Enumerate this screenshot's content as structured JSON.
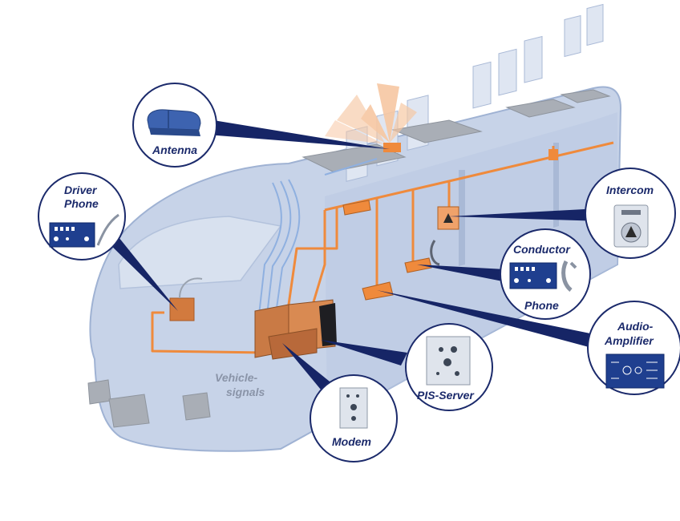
{
  "labels": {
    "antenna": "Antenna",
    "driver_phone_1": "Driver",
    "driver_phone_2": "Phone",
    "intercom": "Intercom",
    "conductor_phone_1": "Conductor",
    "conductor_phone_2": "Phone",
    "audio_amplifier_1": "Audio-",
    "audio_amplifier_2": "Amplifier",
    "pis_server": "PIS-Server",
    "modem": "Modem",
    "vehicle_signals_1": "Vehicle-",
    "vehicle_signals_2": "signals"
  },
  "colors": {
    "train_body": "#c7d3e8",
    "train_outline": "#9fb2d3",
    "window": "#dfe6f2",
    "cable_orange": "#ef8a3c",
    "cable_blue": "#8fb0e0",
    "callout_navy": "#162566",
    "device_blue": "#1f3f8f",
    "device_orange": "#c97a45",
    "gray_part": "#a9aeb6",
    "signal_peach": "#f7c7a2"
  }
}
